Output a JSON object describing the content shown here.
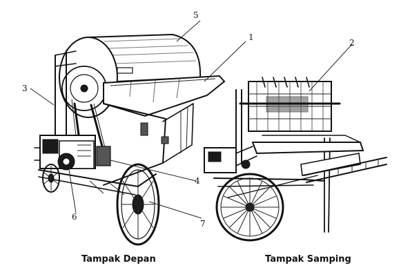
{
  "captions": {
    "front": "Tampak Depan",
    "side": "Tampak Samping"
  },
  "callouts": [
    "1",
    "2",
    "3",
    "4",
    "5",
    "6",
    "7"
  ]
}
